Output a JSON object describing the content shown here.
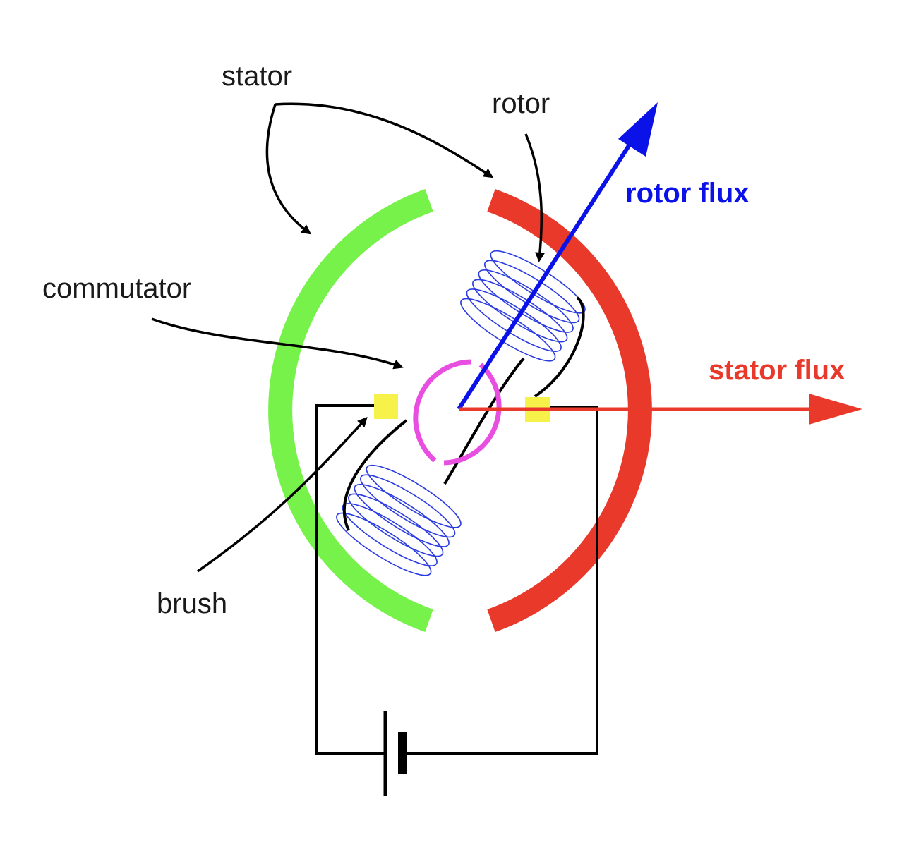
{
  "labels": {
    "stator": "stator",
    "rotor": "rotor",
    "rotor_flux": "rotor flux",
    "commutator": "commutator",
    "stator_flux": "stator flux",
    "brush": "brush"
  },
  "colors": {
    "stator_left": "#77f24a",
    "stator_right": "#e8392a",
    "rotor_flux": "#0a12e8",
    "stator_flux": "#e8392a",
    "commutator": "#e84fe0",
    "brush": "#f6f24a",
    "coil": "#2a3be0",
    "wire": "#000000",
    "label": "#1a1a1a"
  },
  "icons": {
    "battery": "battery-icon"
  }
}
